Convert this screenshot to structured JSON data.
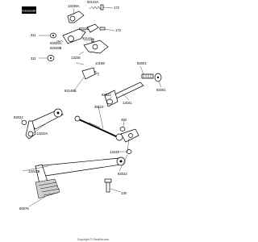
{
  "logo_text": "Kawasaki",
  "labels": {
    "l13236a": "13236A",
    "l92144a": "92144A",
    "l172a": "172",
    "l92026": "92026",
    "l311": "311",
    "l92026a": "92026A",
    "l92026b": "92026B",
    "l13236": "13236",
    "l92144": "92144",
    "l311b": "311",
    "l13168": "13168",
    "l172b": "172",
    "l92001": "92001",
    "l92145b": "92145B",
    "l92022a": "92022",
    "l13161": "13161",
    "l92001b": "92001",
    "l39110": "39110",
    "l92022b": "92022",
    "l13242a": "13242A",
    "l480": "480",
    "l13242": "13242",
    "l92022c": "92022",
    "l13242b": "13242B",
    "l50076": "50076",
    "l130": "130"
  },
  "footer_text": "Copyright © Partzilla.com"
}
